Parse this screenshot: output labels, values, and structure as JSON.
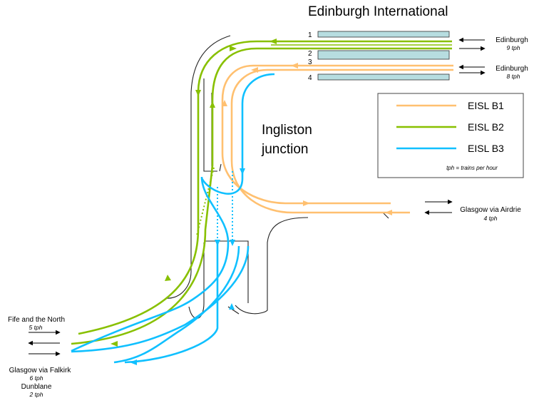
{
  "title": "Edinburgh International",
  "junction_label": [
    "Ingliston",
    "junction"
  ],
  "platforms": [
    "1",
    "2",
    "3",
    "4"
  ],
  "destinations": {
    "edinburgh_1": {
      "name": "Edinburgh",
      "freq": "9 tph"
    },
    "edinburgh_2": {
      "name": "Edinburgh",
      "freq": "8 tph"
    },
    "glasgow_airdrie": {
      "name": "Glasgow via Airdrie",
      "freq": "4 tph"
    },
    "fife_north": {
      "name": "Fife and the North",
      "freq": "5 tph"
    },
    "glasgow_falkirk": {
      "name": "Glasgow via Falkirk",
      "freq": "6 tph"
    },
    "dunblane": {
      "name": "Dunblane",
      "freq": "2 tph"
    }
  },
  "legend": {
    "items": [
      {
        "label": "EISL B1",
        "color": "#ffc070"
      },
      {
        "label": "EISL B2",
        "color": "#88c000"
      },
      {
        "label": "EISL B3",
        "color": "#10c0ff"
      }
    ],
    "note": "tph = trains per hour"
  },
  "colors": {
    "b1": "#ffc070",
    "b2": "#88c000",
    "b3": "#10c0ff",
    "platform_fill": "#b7dde0"
  }
}
